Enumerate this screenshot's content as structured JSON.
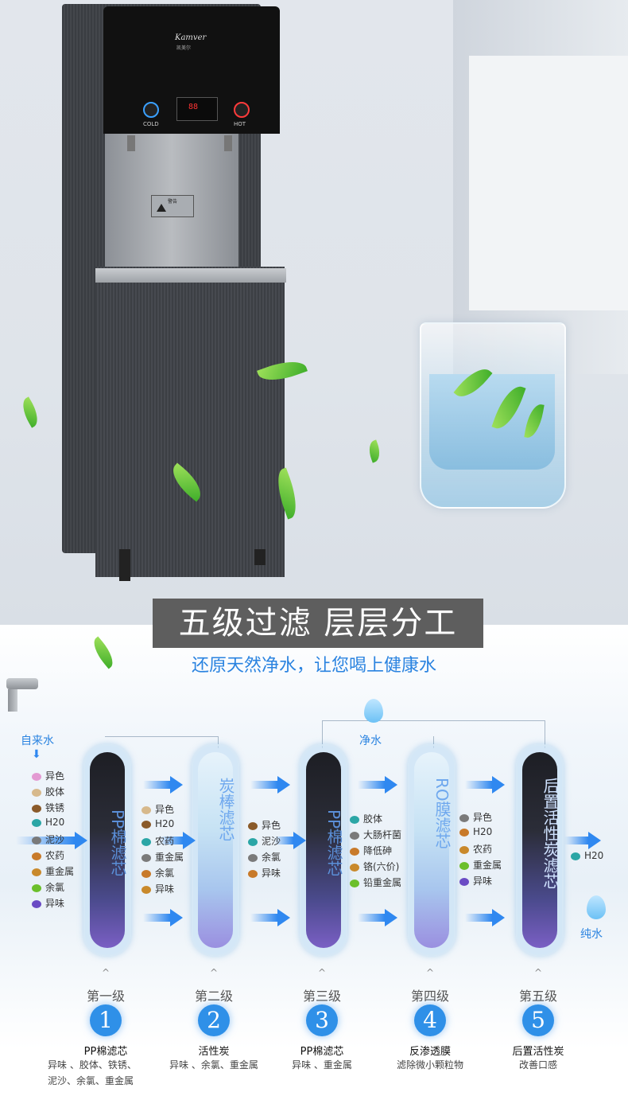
{
  "product": {
    "brand": "Kamver",
    "brand_cn": "凯美尔",
    "cold_label": "COLD",
    "hot_label": "HOT",
    "display_value": "88",
    "warning_label": "警告"
  },
  "headline": {
    "title": "五级过滤  层层分工",
    "subtitle": "还原天然净水，让您喝上健康水"
  },
  "diagram": {
    "input_label": "自来水",
    "clean_label": "净水",
    "pure_label": "纯水",
    "output_item": "H20",
    "colors": {
      "accent": "#2f88f0",
      "title_bg": "#5e5e5e",
      "subtitle": "#2a83e0"
    },
    "cartridges": [
      {
        "label": "PP棉滤芯"
      },
      {
        "label": "炭棒滤芯"
      },
      {
        "label": "PP棉滤芯"
      },
      {
        "label": "RO膜滤芯"
      },
      {
        "label": "后置活性炭滤芯"
      }
    ],
    "impurities": [
      [
        "异色",
        "胶体",
        "铁锈",
        "H20",
        "泥沙",
        "农药",
        "重金属",
        "余氯",
        "异味"
      ],
      [
        "异色",
        "H20",
        "农药",
        "重金属",
        "余氯",
        "异味"
      ],
      [
        "异色",
        "泥沙",
        "余氯",
        "异味"
      ],
      [
        "胶体",
        "大肠杆菌",
        "降低砷",
        "铬(六价)",
        "铅重金属"
      ],
      [
        "异色",
        "H20",
        "农药",
        "重金属",
        "异味"
      ]
    ],
    "stages": [
      {
        "caret": "^",
        "name": "第一级",
        "number": "1",
        "title": "PP棉滤芯",
        "desc_line1": "异味 、胶体、铁锈、",
        "desc_line2": "泥沙、余氯、重金属"
      },
      {
        "caret": "^",
        "name": "第二级",
        "number": "2",
        "title": "活性炭",
        "desc_line1": "异味 、余氯、重金属",
        "desc_line2": ""
      },
      {
        "caret": "^",
        "name": "第三级",
        "number": "3",
        "title": "PP棉滤芯",
        "desc_line1": "异味 、重金属",
        "desc_line2": ""
      },
      {
        "caret": "^",
        "name": "第四级",
        "number": "4",
        "title": "反渗透膜",
        "desc_line1": "滤除微小颗粒物",
        "desc_line2": ""
      },
      {
        "caret": "^",
        "name": "第五级",
        "number": "5",
        "title": "后置活性炭",
        "desc_line1": "改善口感",
        "desc_line2": ""
      }
    ]
  }
}
